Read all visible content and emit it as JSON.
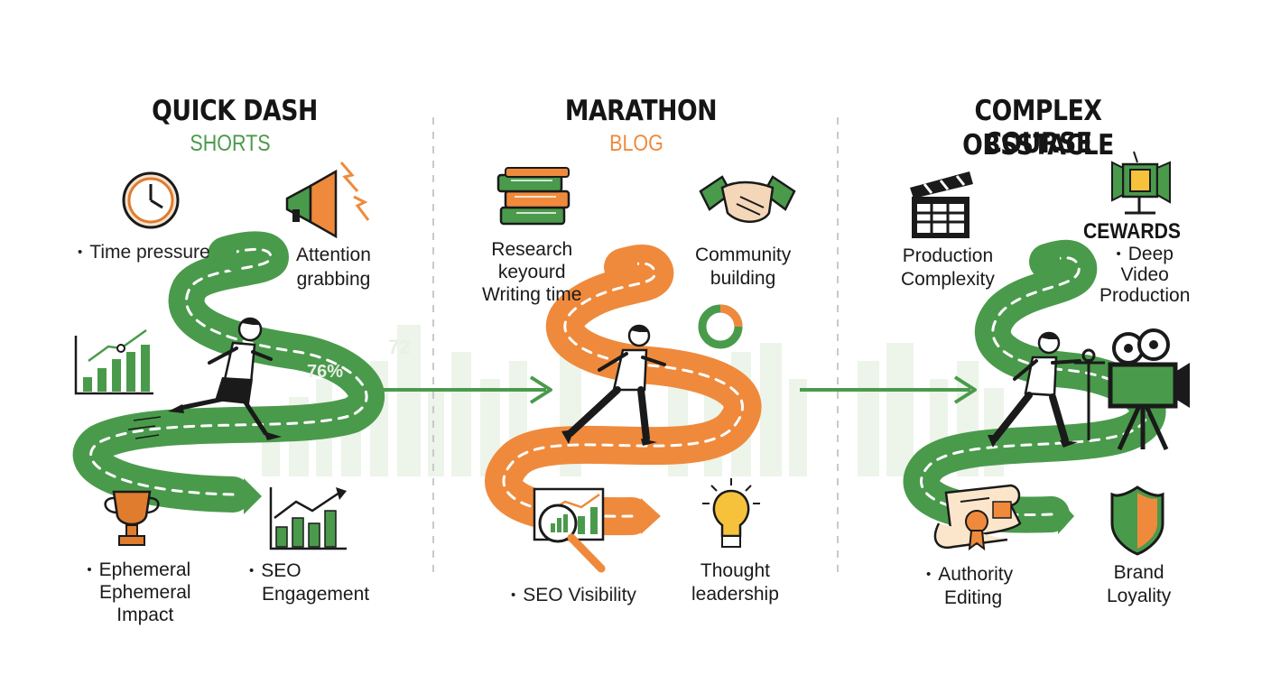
{
  "columns": [
    {
      "title": "QUICK DASH",
      "subtitle": "SHORTS",
      "labels": {
        "time_pressure": "Time pressure",
        "attention_line1": "Attention",
        "attention_line2": "grabbing",
        "ephemeral_line1": "Ephemeral",
        "ephemeral_line2": "Ephemeral",
        "ephemeral_line3": "Impact",
        "seo_line1": "SEO",
        "seo_line2": "Engagement"
      },
      "faded_numbers": [
        "76%",
        "72"
      ]
    },
    {
      "title": "MARATHON",
      "subtitle": "BLOG",
      "labels": {
        "research_line1": "Research",
        "research_line2": "keyourd",
        "research_line3": "Writing time",
        "community_line1": "Community",
        "community_line2": "building",
        "seo_visibility": "SEO Visibility",
        "thought_line1": "Thought",
        "thought_line2": "leadership"
      }
    },
    {
      "title_line1": "COMPLEX OBSSTACLE",
      "title_line2": "COURSE",
      "labels": {
        "production_line1": "Production",
        "production_line2": "Complexity",
        "cewards": "CEWARDS",
        "deep_line1": "Deep",
        "deep_line2": "Video",
        "deep_line3": "Production",
        "authority_line1": "Authority",
        "authority_line2": "Editing",
        "brand_line1": "Brand",
        "brand_line2": "Loyality"
      }
    }
  ],
  "icons": [
    "clock-icon",
    "megaphone-icon",
    "growth-chart-icon",
    "trophy-icon",
    "bar-chart-up-icon",
    "books-icon",
    "handshake-icon",
    "pie-chart-icon",
    "magnifier-chart-icon",
    "lightbulb-icon",
    "clapperboard-icon",
    "spotlight-icon",
    "film-camera-icon",
    "certificate-icon",
    "shield-icon",
    "runner-icon",
    "arrow-right-icon"
  ],
  "colors": {
    "green": "#4a9a4c",
    "orange": "#ef8a3c",
    "dark": "#1a1a1a",
    "faded": "#e9f1e6"
  }
}
